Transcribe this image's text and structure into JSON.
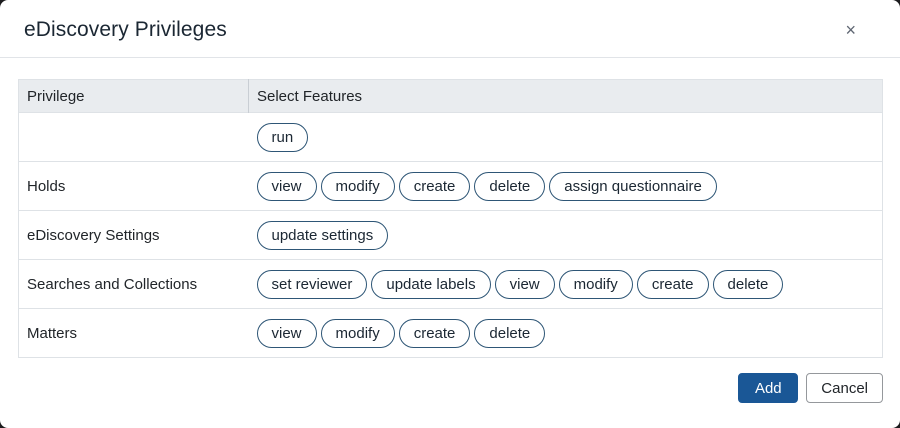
{
  "dialog": {
    "title": "eDiscovery Privileges",
    "close_icon": "×"
  },
  "table": {
    "columns": [
      "Privilege",
      "Select Features"
    ],
    "rows": [
      {
        "privilege": "",
        "features": [
          "run"
        ]
      },
      {
        "privilege": "Holds",
        "features": [
          "view",
          "modify",
          "create",
          "delete",
          "assign questionnaire"
        ]
      },
      {
        "privilege": "eDiscovery Settings",
        "features": [
          "update settings"
        ]
      },
      {
        "privilege": "Searches and Collections",
        "features": [
          "set reviewer",
          "update labels",
          "view",
          "modify",
          "create",
          "delete"
        ]
      },
      {
        "privilege": "Matters",
        "features": [
          "view",
          "modify",
          "create",
          "delete"
        ]
      }
    ]
  },
  "footer": {
    "add_label": "Add",
    "cancel_label": "Cancel"
  },
  "colors": {
    "primary": "#1a5796",
    "pill_border": "#2e5676",
    "header_bg": "#e9ecef",
    "table_border": "#dee2e6",
    "title_color": "#1b2733",
    "backdrop": "#1c1c1e"
  }
}
